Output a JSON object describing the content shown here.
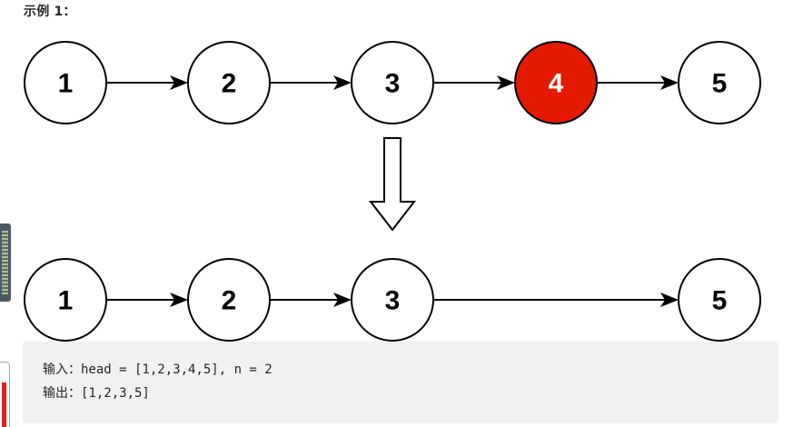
{
  "example": {
    "title": "示例 1："
  },
  "diagram": {
    "before_nodes": [
      {
        "label": "1",
        "removed": false
      },
      {
        "label": "2",
        "removed": false
      },
      {
        "label": "3",
        "removed": false
      },
      {
        "label": "4",
        "removed": true
      },
      {
        "label": "5",
        "removed": false
      }
    ],
    "after_nodes": [
      {
        "label": "1"
      },
      {
        "label": "2"
      },
      {
        "label": "3"
      },
      {
        "label": "5"
      }
    ],
    "colors": {
      "removed_fill": "#e31a00",
      "removed_text": "#ffffff",
      "node_stroke": "#000000"
    }
  },
  "code": {
    "input_label": "输入：",
    "input_value": "head = [1,2,3,4,5], n = 2",
    "output_label": "输出：",
    "output_value": "[1,2,3,5]"
  }
}
